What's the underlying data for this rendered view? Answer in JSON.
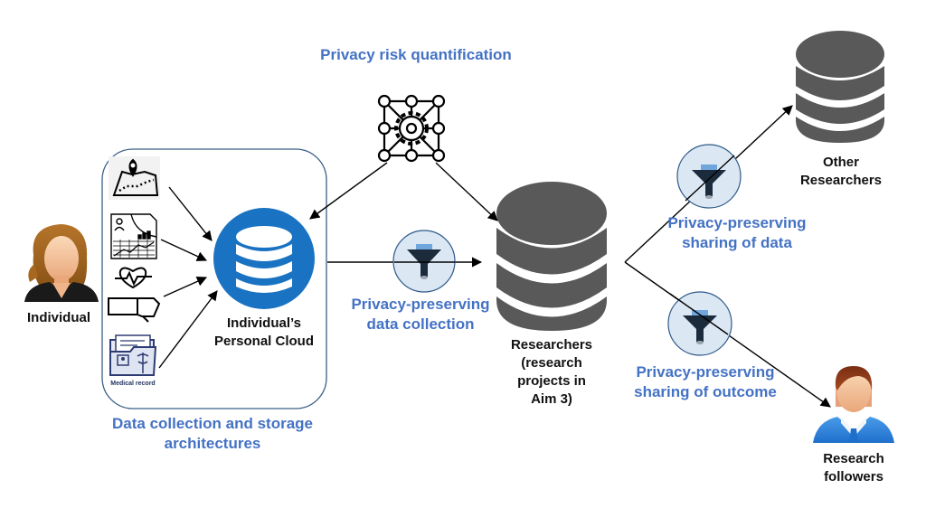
{
  "title": "Privacy risk quantification",
  "nodes": {
    "individual": {
      "label": "Individual"
    },
    "personal_cloud": {
      "label_line1": "Individual’s",
      "label_line2": "Personal Cloud"
    },
    "researchers": {
      "label_line1": "Researchers",
      "label_line2": "(research",
      "label_line3": "projects in",
      "label_line4": "Aim 3)"
    },
    "other_researchers": {
      "label_line1": "Other",
      "label_line2": "Researchers"
    },
    "research_followers": {
      "label_line1": "Research",
      "label_line2": "followers"
    },
    "medical_record": {
      "label": "Medical record"
    }
  },
  "captions": {
    "data_collection": {
      "line1": "Privacy-preserving",
      "line2": "data collection"
    },
    "sharing_data": {
      "line1": "Privacy-preserving",
      "line2": "sharing of data"
    },
    "sharing_outcome": {
      "line1": "Privacy-preserving",
      "line2": "sharing of outcome"
    },
    "architecture": {
      "line1": "Data collection and storage",
      "line2": "architectures"
    }
  },
  "data_sources": [
    "location-map-icon",
    "health-report-icon",
    "wearable-heart-monitor-icon",
    "medical-record-icon"
  ],
  "colors": {
    "accent_blue": "#4472c4",
    "cloud_blue": "#1a73c2",
    "db_gray": "#595959",
    "filter_circle": "#dce7f4",
    "filter_border": "#2e5a88",
    "frame_border": "#3b5f88"
  }
}
